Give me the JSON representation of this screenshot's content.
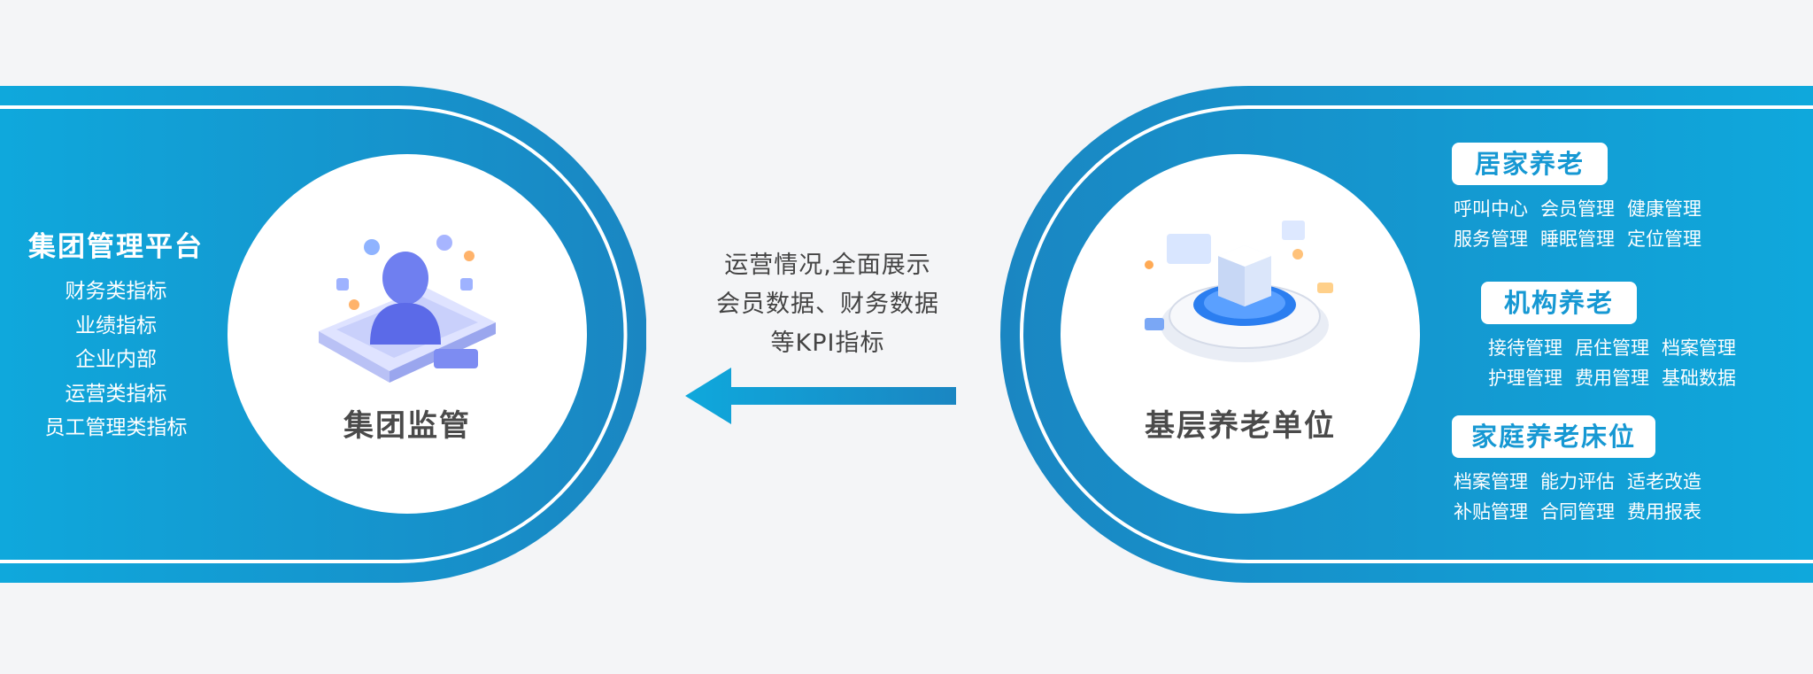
{
  "left_panel": {
    "title": "集团管理平台",
    "items": [
      "财务类指标",
      "业绩指标",
      "企业内部",
      "运营类指标",
      "员工管理类指标"
    ]
  },
  "left_circle": {
    "title": "集团监管",
    "icon": "group-supervision-illustration"
  },
  "center": {
    "lines": [
      "运营情况,全面展示",
      "会员数据、财务数据",
      "等KPI指标"
    ],
    "arrow": "left-arrow"
  },
  "right_circle": {
    "title": "基层养老单位",
    "icon": "grassroots-unit-illustration"
  },
  "groups": [
    {
      "title": "居家养老",
      "rows": [
        [
          "呼叫中心",
          "会员管理",
          "健康管理"
        ],
        [
          "服务管理",
          "睡眠管理",
          "定位管理"
        ]
      ]
    },
    {
      "title": "机构养老",
      "rows": [
        [
          "接待管理",
          "居住管理",
          "档案管理"
        ],
        [
          "护理管理",
          "费用管理",
          "基础数据"
        ]
      ]
    },
    {
      "title": "家庭养老床位",
      "rows": [
        [
          "档案管理",
          "能力评估",
          "适老改造"
        ],
        [
          "补贴管理",
          "合同管理",
          "费用报表"
        ]
      ]
    }
  ],
  "colors": {
    "primary": "#1698d3",
    "light": "#12a9dd",
    "dark": "#1a86c2",
    "background": "#f4f5f7"
  }
}
